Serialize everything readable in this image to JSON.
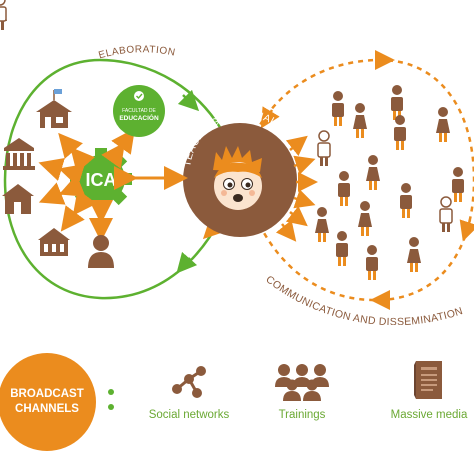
{
  "diagram": {
    "elaboration_label": "ELABORATION",
    "teaching_materials_label": "TEACHING MATERIALS",
    "communication_label": "COMMUNICATION AND DISSEMINATION",
    "ica_label": "ICA",
    "faculty_badge": {
      "line1": "FACULTAD DE",
      "line2": "EDUCACIÓN"
    },
    "colors": {
      "green": "#5DB130",
      "orange": "#EB8C1E",
      "brown": "#8B5A3C"
    }
  },
  "broadcast": {
    "title_line1": "BROADCAST",
    "title_line2": "CHANNELS",
    "channels": [
      {
        "label": "Social networks",
        "icon": "social-network-icon"
      },
      {
        "label": "Trainings",
        "icon": "group-people-icon"
      },
      {
        "label": "Massive media",
        "icon": "newspaper-icon"
      }
    ]
  }
}
